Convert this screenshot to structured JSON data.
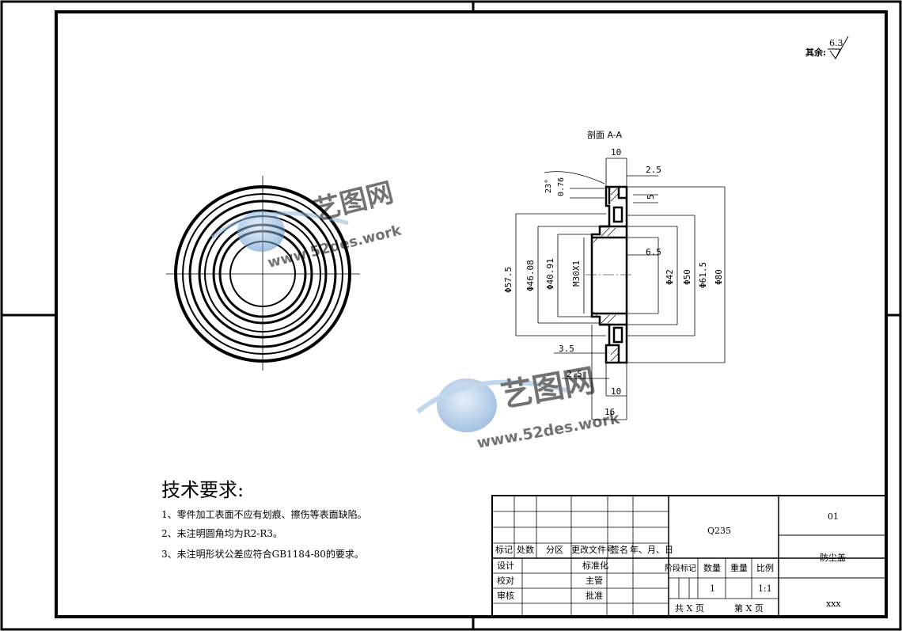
{
  "roughness": {
    "label": "其余:",
    "value": "6.3"
  },
  "section_label": "剖面 A-A",
  "dims": {
    "d10_top": "10",
    "d25_top": "2.5",
    "angle": "23°",
    "d076": "0.76",
    "d5": "5",
    "d65": "6.5",
    "d575": "Φ57.5",
    "d4608": "Φ46.08",
    "d4091": "Φ40.91",
    "m30": "M30X1",
    "d42": "Φ42",
    "d50": "Φ50",
    "d615": "Φ61.5",
    "d80": "Φ80",
    "d35": "3.5",
    "d25_bot": "2.5",
    "d10_bot": "10",
    "d16": "16"
  },
  "tech": {
    "title": "技术要求:",
    "lines": [
      "1、零件加工表面不应有划痕、擦伤等表面缺陷。",
      "2、未注明圆角均为R2-R3。",
      "3、未注明形状公差应符合GB1184-80的要求。"
    ]
  },
  "title_block": {
    "material": "Q235",
    "drawing_no": "01",
    "part_name": "防尘盖",
    "company": "xxx",
    "rev_headers": [
      "标记",
      "处数",
      "分区",
      "更改文件号",
      "签名",
      "年、月、日"
    ],
    "roles_left": [
      "设计",
      "校对",
      "审核"
    ],
    "roles_right": [
      "标准化",
      "主管",
      "批准"
    ],
    "stage_headers": [
      "阶段标记",
      "数量",
      "重量",
      "比例"
    ],
    "quantity": "1",
    "scale": "1:1",
    "sheets_total": "共  X  页",
    "sheet_no": "第  X  页"
  },
  "watermark": {
    "brand": "艺图网",
    "url": "www.52des.work"
  }
}
